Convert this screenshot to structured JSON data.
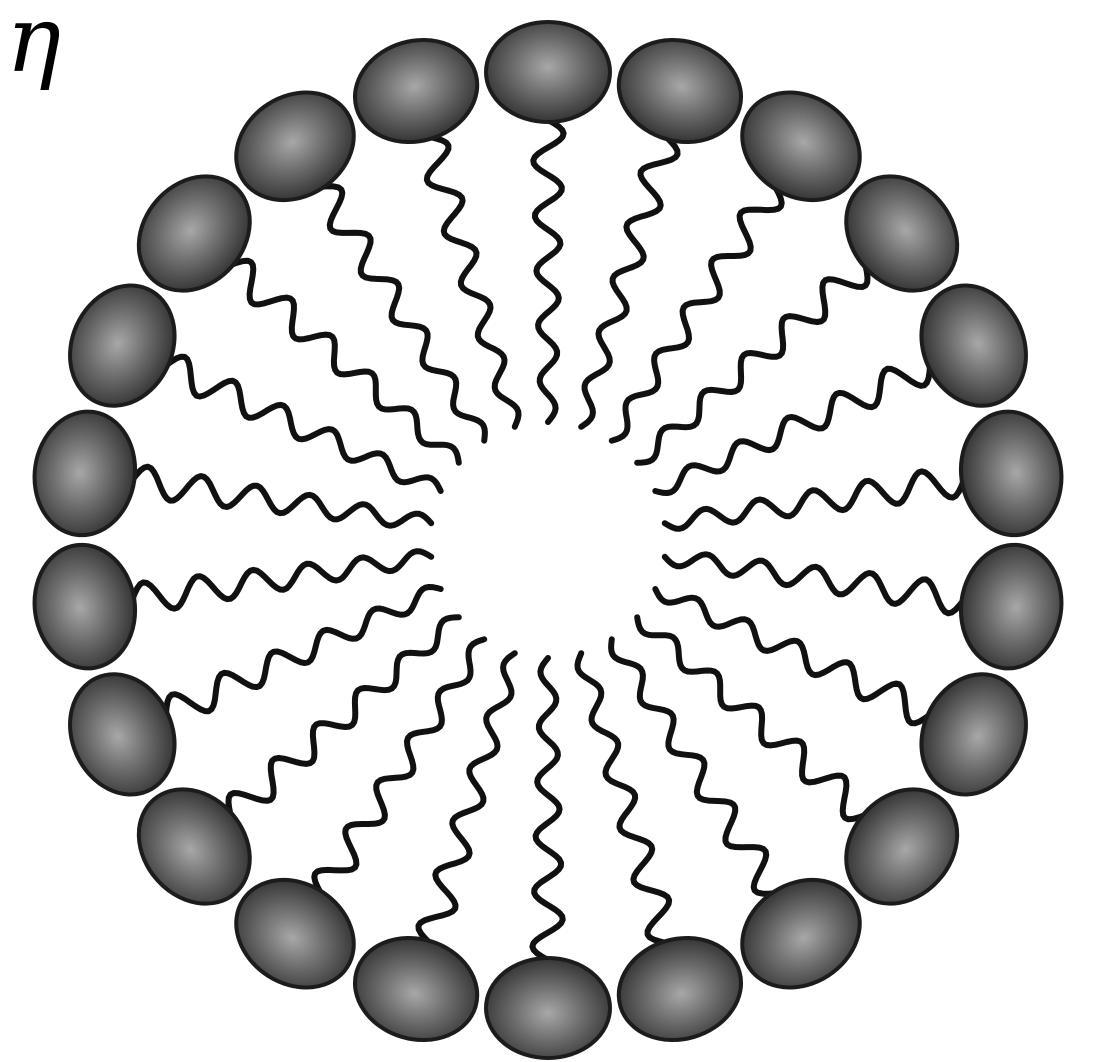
{
  "label": "η",
  "diagram": {
    "type": "micelle",
    "molecule_count": 22,
    "head_color": "#5a5a5a",
    "tail_color": "#111111"
  }
}
